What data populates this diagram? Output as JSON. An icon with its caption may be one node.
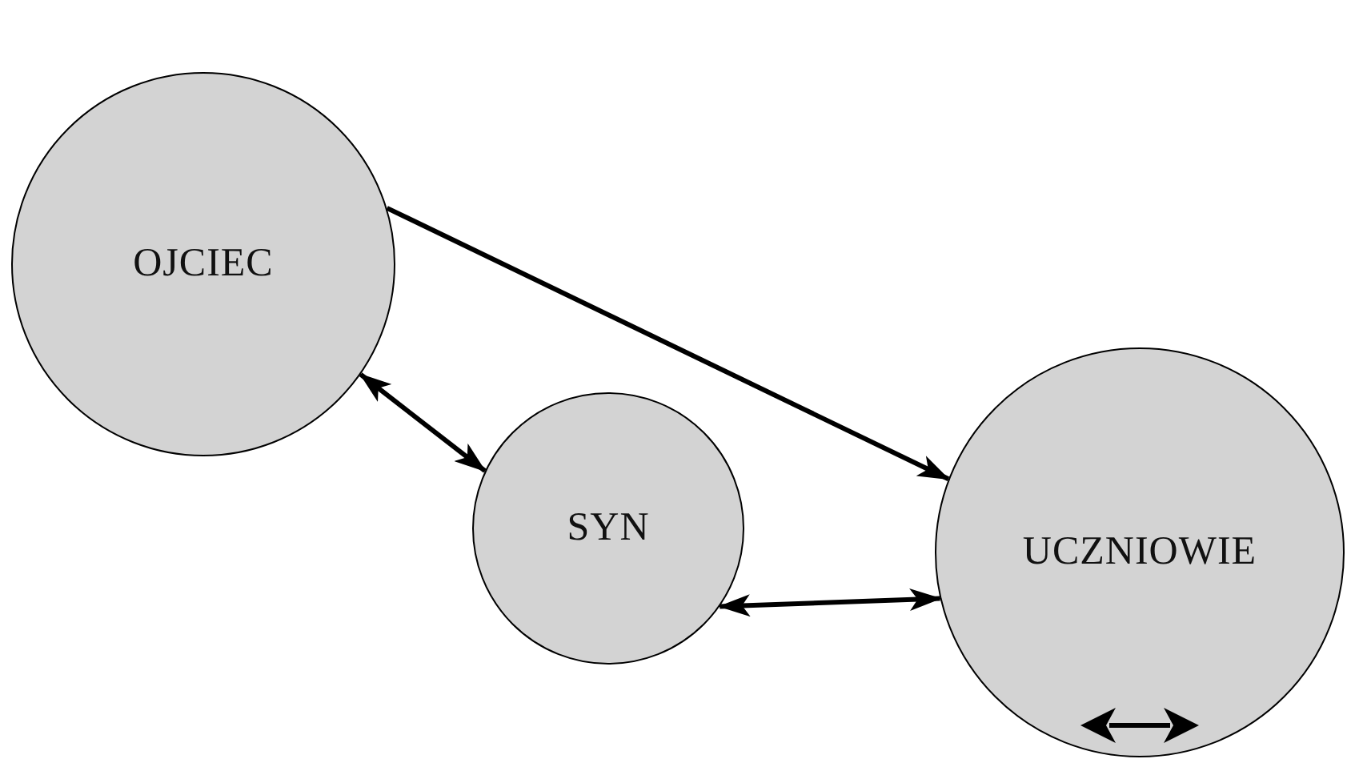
{
  "diagram": {
    "nodes": [
      {
        "text": [
          "OJCIEC"
        ]
      },
      {
        "text": [
          "SYN"
        ]
      },
      {
        "text": [
          "UCZNIOWIE"
        ]
      }
    ],
    "edges": [
      {
        "from": 0,
        "to": 2,
        "arrow": "to"
      },
      {
        "from": 0,
        "to": 1,
        "arrow": "both"
      },
      {
        "from": 1,
        "to": 2,
        "arrow": "both"
      }
    ]
  }
}
